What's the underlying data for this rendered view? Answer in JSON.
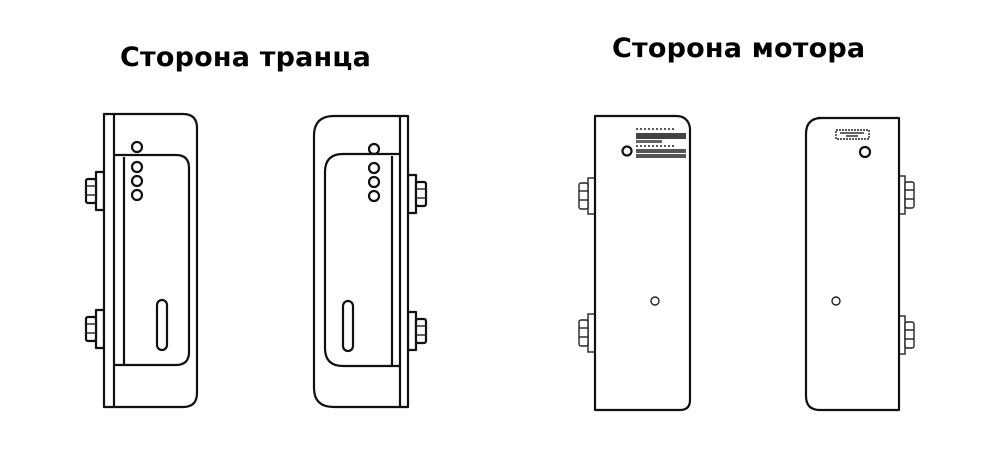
{
  "titles": {
    "transom_side": "Сторона транца",
    "motor_side": "Сторона мотора"
  },
  "views": [
    {
      "id": "transom-left",
      "group": "transom_side",
      "bolts_side": "left",
      "holes": 4,
      "slot": true
    },
    {
      "id": "transom-right",
      "group": "transom_side",
      "bolts_side": "right",
      "holes": 4,
      "slot": true
    },
    {
      "id": "motor-left",
      "group": "motor_side",
      "bolts_side": "left",
      "holes": 2,
      "label_sticker": true
    },
    {
      "id": "motor-right",
      "group": "motor_side",
      "bolts_side": "right",
      "holes": 2,
      "label_sticker": true
    }
  ],
  "colors": {
    "line": "#111111",
    "background": "#ffffff"
  }
}
